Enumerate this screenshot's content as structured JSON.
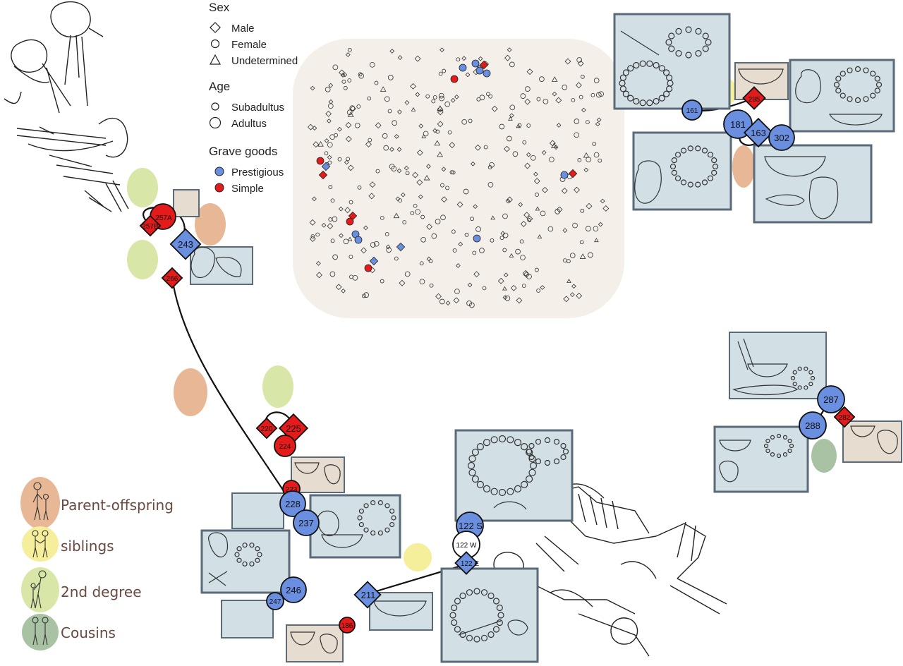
{
  "legend": {
    "sex": {
      "title": "Sex",
      "items": [
        "Male",
        "Female",
        "Undetermined"
      ]
    },
    "age": {
      "title": "Age",
      "items": [
        "Subadultus",
        "Adultus"
      ]
    },
    "grave_goods": {
      "title": "Grave goods",
      "items": [
        "Prestigious",
        "Simple"
      ]
    },
    "relations": {
      "items": [
        "Parent-offspring",
        "siblings",
        "2nd degree",
        "Cousins"
      ]
    }
  },
  "colors": {
    "prestigious": "#6a8fe0",
    "simple": "#e51a1a",
    "parent_offspring": "#e8b896",
    "siblings": "#f5ee9a",
    "second_degree": "#d8e6a8",
    "cousins": "#a9c2a4",
    "box_blue": "#d2e0e6",
    "box_tan": "#e6ddd0",
    "box_border": "#5b6a78",
    "map_bg": "#f4efe9"
  },
  "nodes": {
    "n161": "161",
    "n295": "295",
    "n181": "181",
    "n163": "163",
    "n302": "302",
    "n257a": "257A",
    "n257b": "257B",
    "n243": "243",
    "n266": "266",
    "n220": "220",
    "n225": "225",
    "n224": "224",
    "n223": "223",
    "n228": "228",
    "n237": "237",
    "n246": "246",
    "n247": "247",
    "n211": "211",
    "n186": "186",
    "n122s": "122 S",
    "n122w": "122 W",
    "n122e": "122 E",
    "n287": "287",
    "n288": "288",
    "n282": "282"
  }
}
